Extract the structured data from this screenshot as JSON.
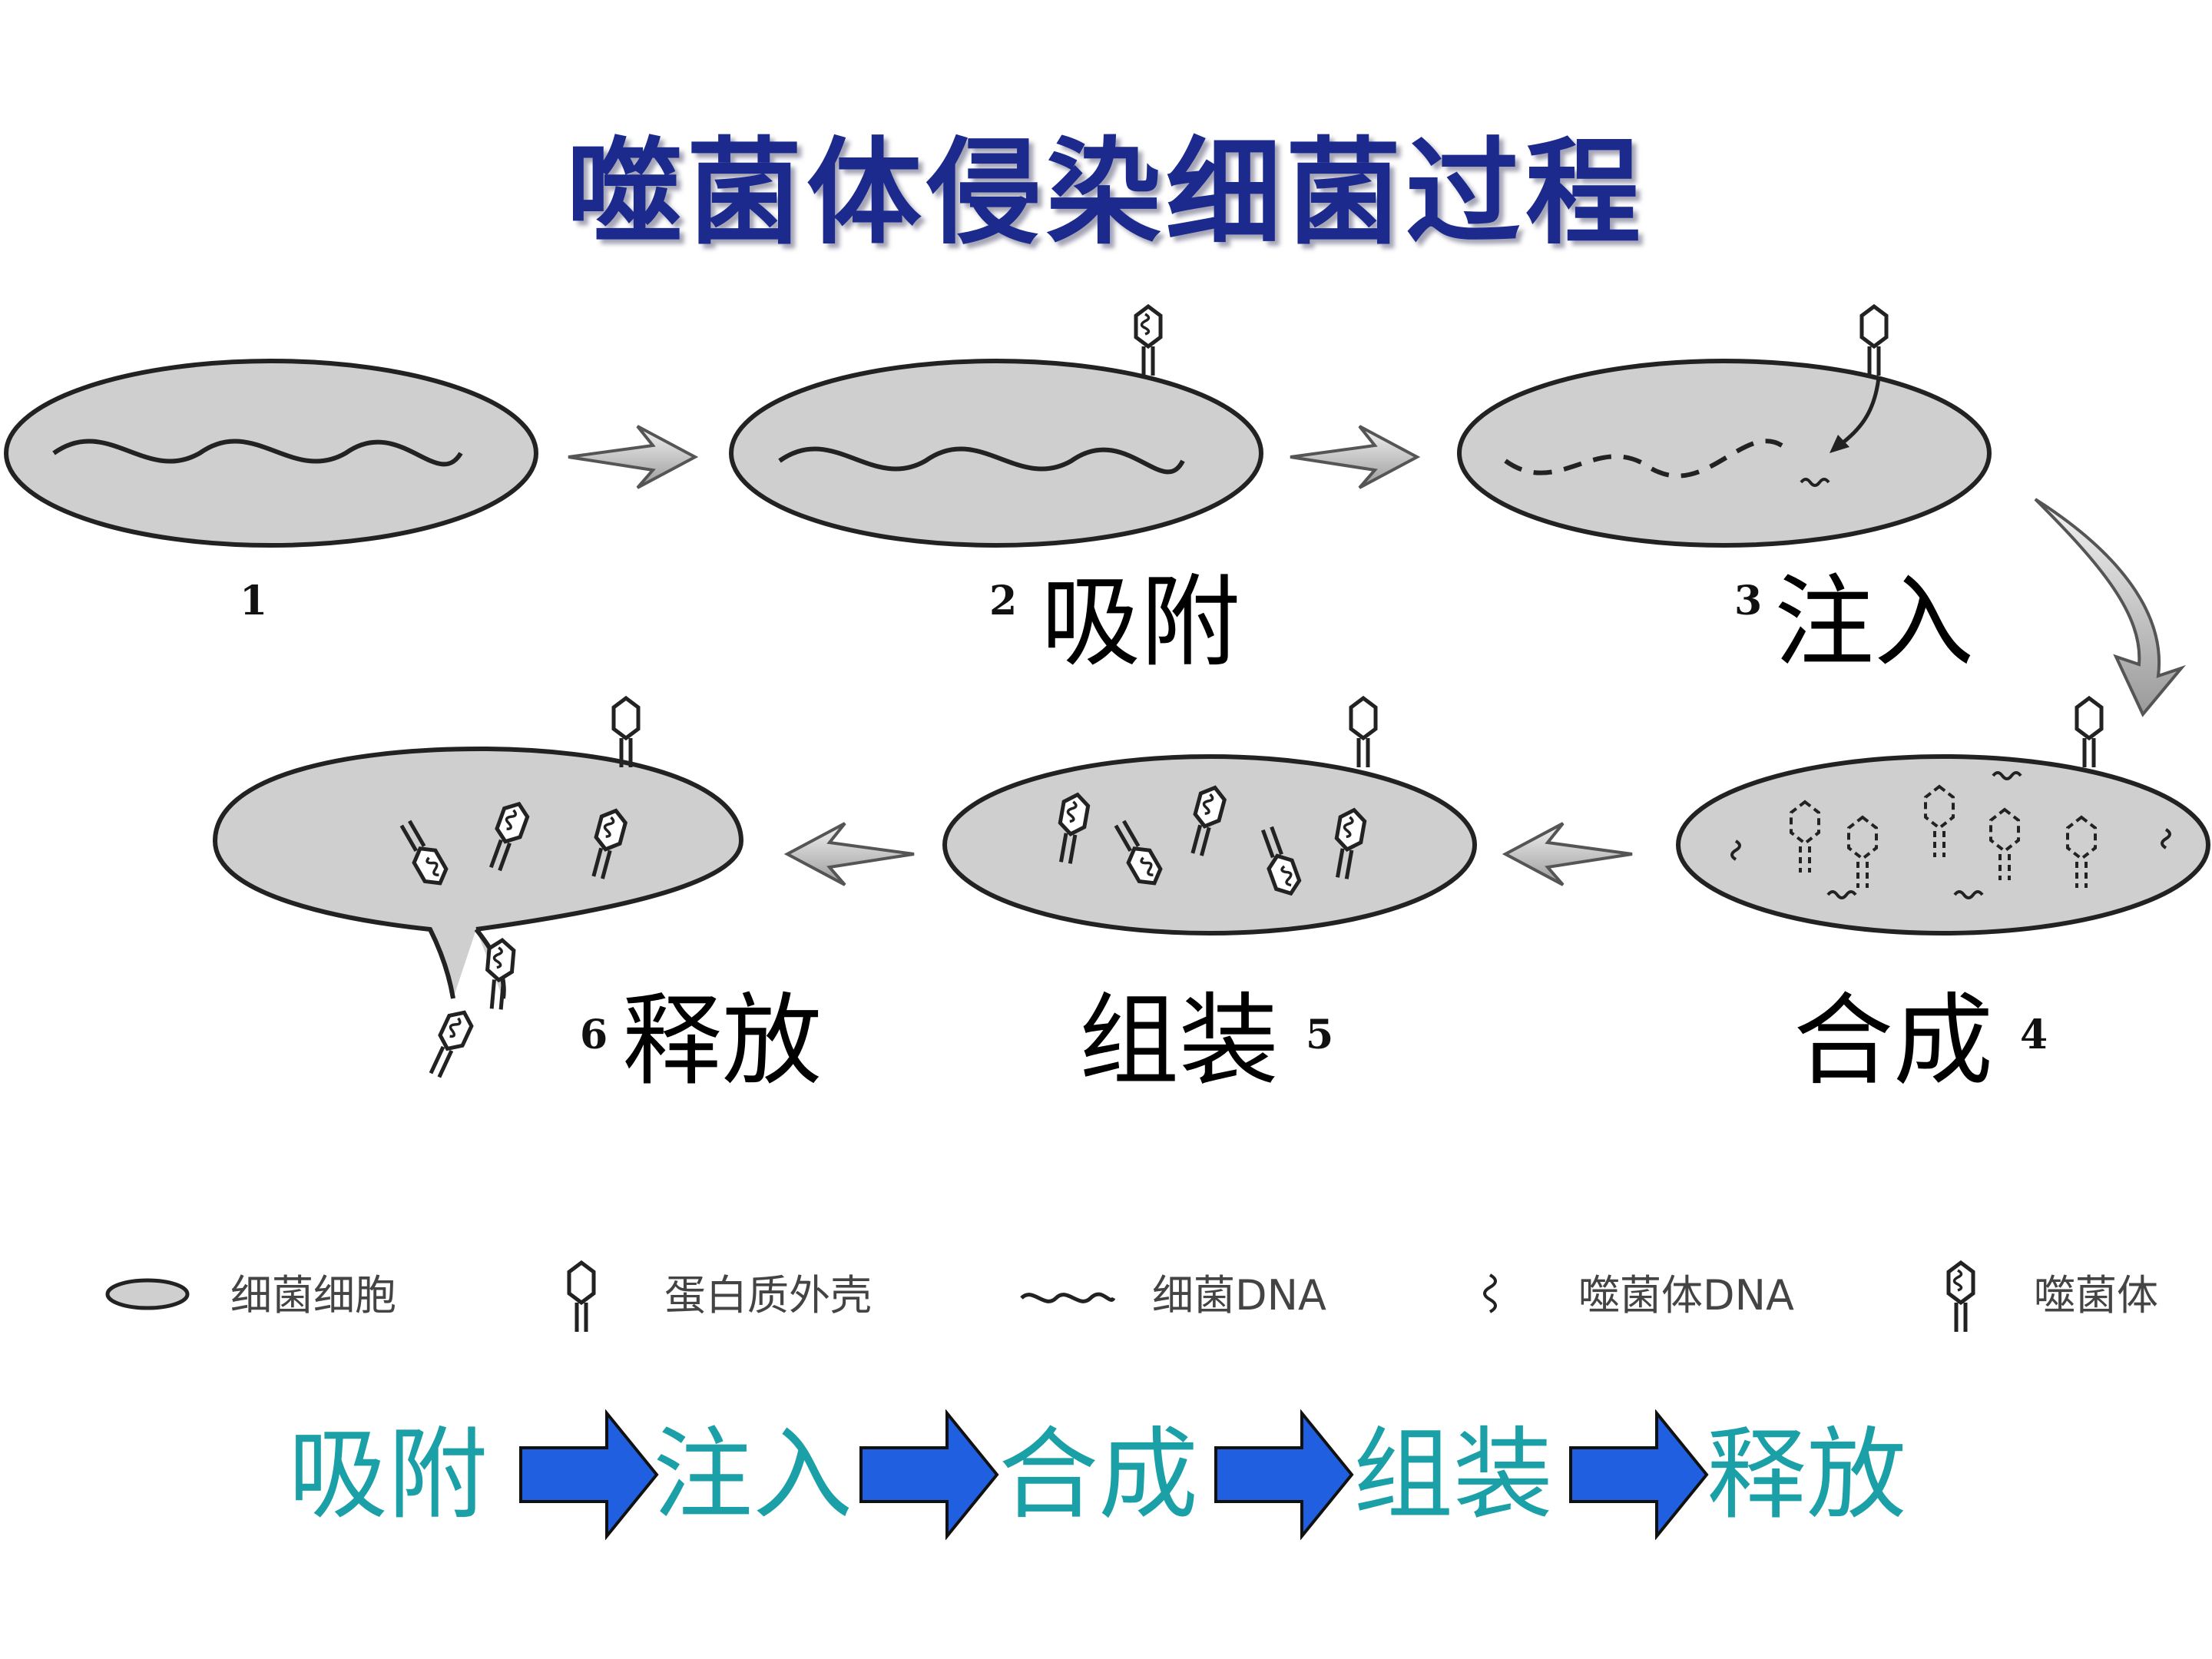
{
  "title": "噬菌体侵染细菌过程",
  "stages": [
    {
      "num": "1",
      "name": ""
    },
    {
      "num": "2",
      "name": "吸附"
    },
    {
      "num": "3",
      "name": "注入"
    },
    {
      "num": "4",
      "name": "合成"
    },
    {
      "num": "5",
      "name": "组装"
    },
    {
      "num": "6",
      "name": "释放"
    }
  ],
  "legend": [
    {
      "label": "细菌细胞",
      "icon": "bacterial-cell-icon"
    },
    {
      "label": "蛋白质外壳",
      "icon": "protein-coat-icon"
    },
    {
      "label": "细菌DNA",
      "icon": "bacterial-dna-icon"
    },
    {
      "label": "噬菌体DNA",
      "icon": "phage-dna-icon"
    },
    {
      "label": "噬菌体",
      "icon": "phage-icon"
    }
  ],
  "flow": [
    "吸附",
    "注入",
    "合成",
    "组装",
    "释放"
  ],
  "colors": {
    "title": "#1b2a8c",
    "flow_text": "#1aa0a6",
    "flow_arrow": "#1f5fe0",
    "cell_fill": "#cfcfcf",
    "stroke": "#222222"
  }
}
